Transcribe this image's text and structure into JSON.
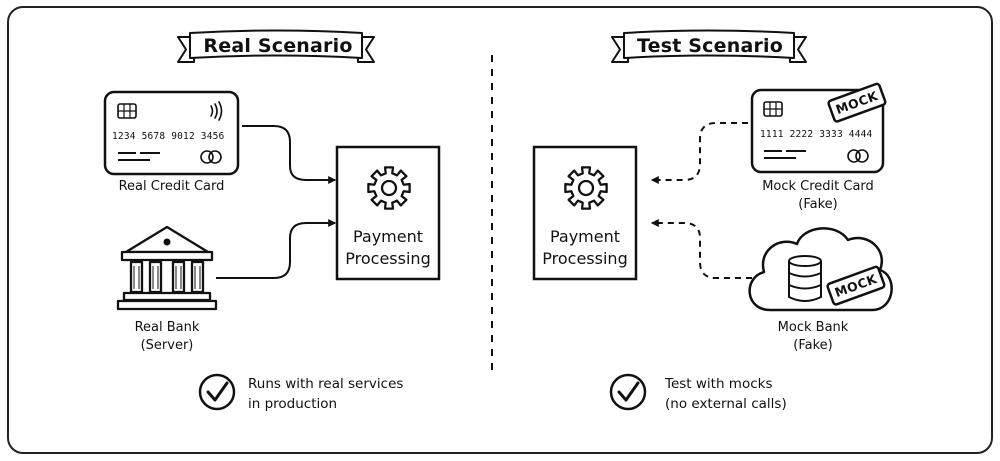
{
  "real": {
    "title": "Real Scenario",
    "card_label": "Real Credit Card",
    "card_number": "1234  5678  9012  3456",
    "bank_label_line1": "Real Bank",
    "bank_label_line2": "(Server)",
    "processor_line1": "Payment",
    "processor_line2": "Processing",
    "note_line1": "Runs with real services",
    "note_line2": "in production"
  },
  "test": {
    "title": "Test Scenario",
    "card_label_line1": "Mock Credit Card",
    "card_label_line2": "(Fake)",
    "card_number": "1111  2222  3333  4444",
    "card_stamp": "MOCK",
    "bank_label_line1": "Mock Bank",
    "bank_label_line2": "(Fake)",
    "bank_stamp": "MOCK",
    "processor_line1": "Payment",
    "processor_line2": "Processing",
    "note_line1": "Test with mocks",
    "note_line2": "(no external calls)"
  },
  "icons": [
    "credit-card-icon",
    "contactless-icon",
    "bank-icon",
    "gear-icon",
    "database-icon",
    "cloud-icon",
    "check-circle-icon",
    "mock-stamp-icon"
  ]
}
